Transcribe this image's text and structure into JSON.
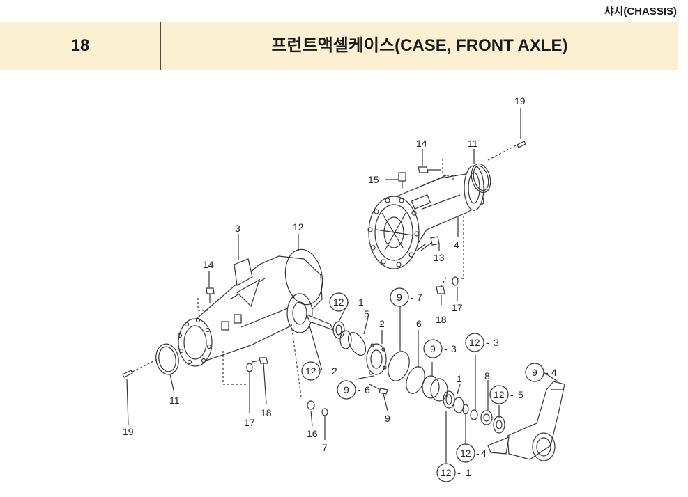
{
  "header": {
    "section": "샤시(CHASSIS)",
    "number": "18",
    "title": "프런트액셀케이스(CASE, FRONT AXLE)"
  },
  "labels": {
    "p19a": "19",
    "p14a": "14",
    "p11a": "11",
    "p15": "15",
    "p4": "4",
    "p13": "13",
    "p18a": "18",
    "p17a": "17",
    "p3": "3",
    "p12": "12",
    "p14b": "14",
    "c12_1a": "12",
    "d12_1a": "-",
    "s12_1a": "1",
    "c9_7": "9",
    "d9_7": "-",
    "s9_7": "7",
    "p5": "5",
    "p2": "2",
    "p6": "6",
    "c12_2": "12",
    "d12_2": "-",
    "s12_2": "2",
    "c9_3": "9",
    "d9_3": "-",
    "s9_3": "3",
    "c12_3": "12",
    "d12_3": "-",
    "s12_3": "3",
    "c9_6": "9",
    "d9_6": "-",
    "s9_6": "6",
    "c9_4": "9",
    "d9_4": "-",
    "s9_4": "4",
    "p1": "1",
    "p8": "8",
    "c12_5": "12",
    "d12_5": "-",
    "s12_5": "5",
    "p9": "9",
    "c12_4": "12",
    "d12_4": "-",
    "s12_4": "4",
    "c12_1b": "12",
    "d12_1b": "-",
    "s12_1b": "1",
    "p11b": "11",
    "p17b": "17",
    "p18b": "18",
    "p16": "16",
    "p7": "7",
    "p19b": "19"
  }
}
